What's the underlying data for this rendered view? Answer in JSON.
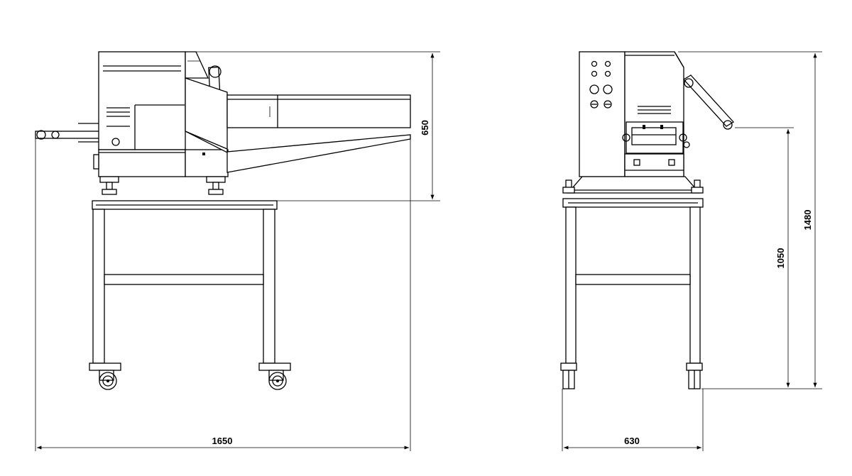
{
  "dimensions": {
    "front_width": "1650",
    "front_machine_height": "650",
    "side_width": "630",
    "side_table_height": "1050",
    "side_total_height": "1480"
  },
  "colors": {
    "line": "#000000",
    "background": "#ffffff"
  }
}
